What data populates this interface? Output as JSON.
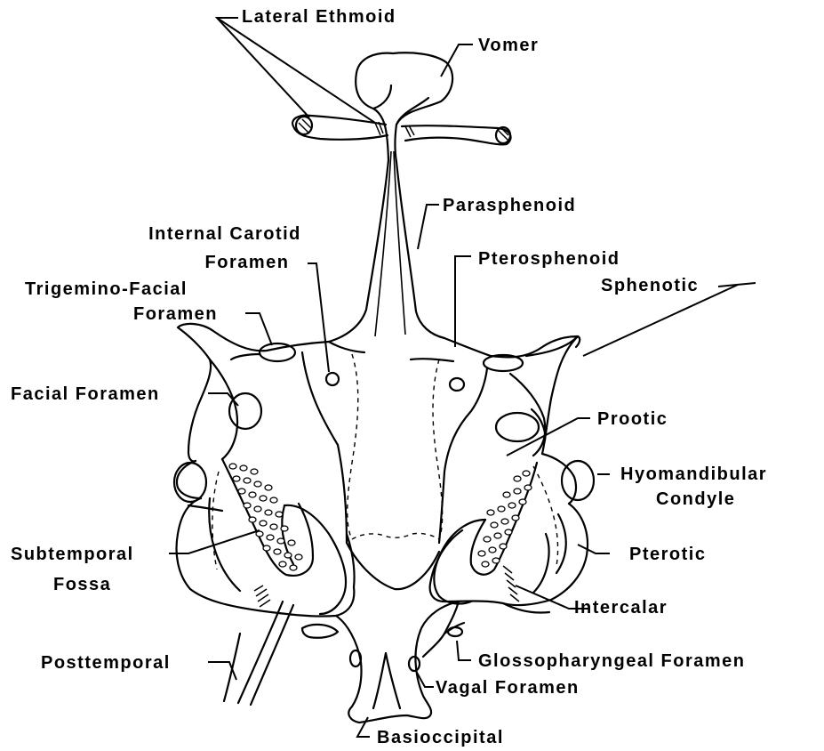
{
  "figure": {
    "labels": {
      "lateral_ethmoid": "Lateral Ethmoid",
      "vomer": "Vomer",
      "parasphenoid": "Parasphenoid",
      "internal_carotid_line1": "Internal Carotid",
      "internal_carotid_line2": "Foramen",
      "pterosphenoid": "Pterosphenoid",
      "sphenotic": "Sphenotic",
      "trigemino_facial_line1": "Trigemino-Facial",
      "trigemino_facial_line2": "Foramen",
      "facial_foramen": "Facial Foramen",
      "prootic": "Prootic",
      "hyomandibular_condyle_line1": "Hyomandibular",
      "hyomandibular_condyle_line2": "Condyle",
      "subtemporal_fossa_line1": "Subtemporal",
      "subtemporal_fossa_line2": "Fossa",
      "pterotic": "Pterotic",
      "intercalar": "Intercalar",
      "posttemporal": "Posttemporal",
      "glossopharyngeal_foramen": "Glossopharyngeal Foramen",
      "vagal_foramen": "Vagal Foramen",
      "basioccipital": "Basioccipital"
    }
  }
}
